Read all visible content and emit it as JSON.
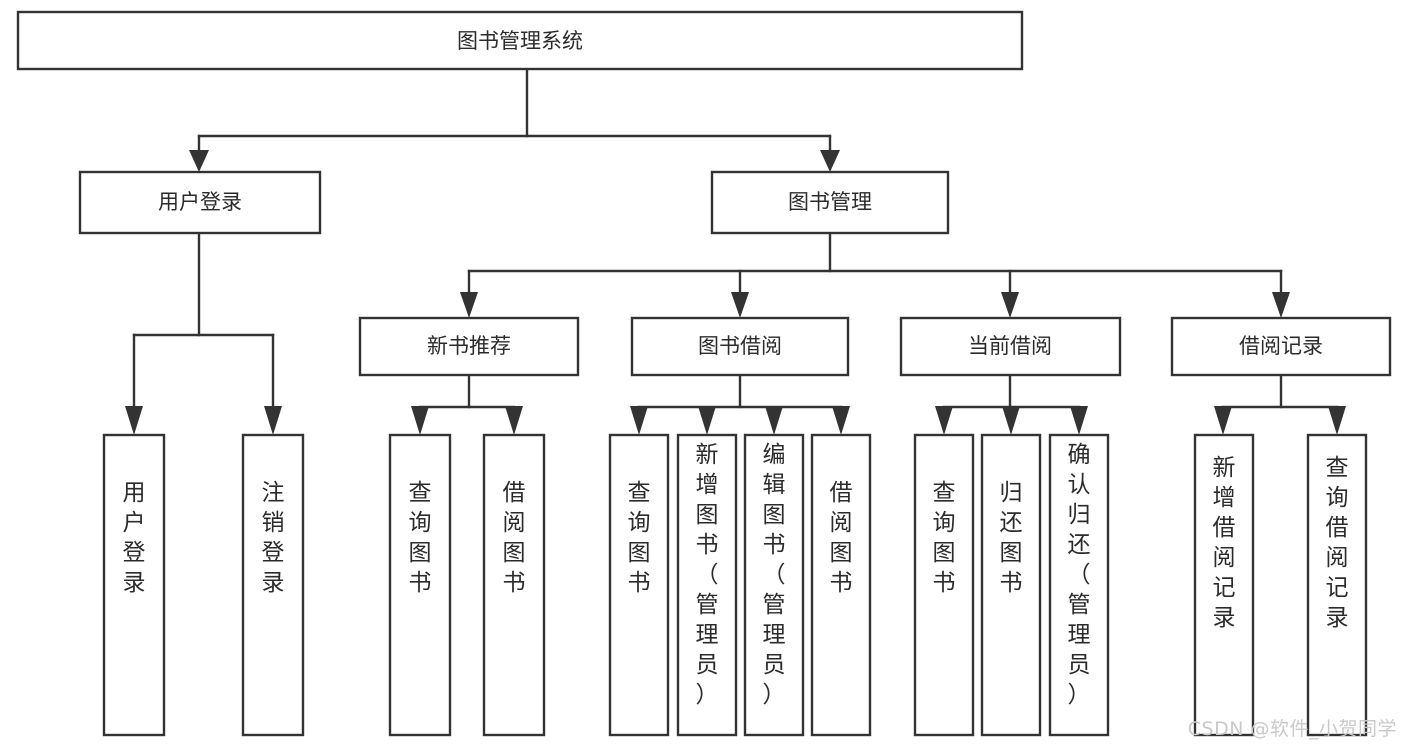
{
  "diagram": {
    "type": "tree-flowchart",
    "title": "图书管理系统",
    "background_color": "#ffffff",
    "stroke_color": "#333333",
    "text_color": "#2b2b2b",
    "nodes": {
      "root": {
        "label": "图书管理系统",
        "orientation": "horizontal"
      },
      "l2": [
        {
          "id": "user-login",
          "label": "用户登录",
          "orientation": "horizontal"
        },
        {
          "id": "book-manage",
          "label": "图书管理",
          "orientation": "horizontal"
        }
      ],
      "l3": [
        {
          "id": "new-book-recommend",
          "label": "新书推荐",
          "orientation": "horizontal"
        },
        {
          "id": "book-borrow",
          "label": "图书借阅",
          "orientation": "horizontal"
        },
        {
          "id": "current-borrow",
          "label": "当前借阅",
          "orientation": "horizontal"
        },
        {
          "id": "borrow-record",
          "label": "借阅记录",
          "orientation": "horizontal"
        }
      ],
      "leaves": [
        {
          "id": "leaf-user-login",
          "label": "用户登录",
          "orientation": "vertical",
          "parent": "user-login"
        },
        {
          "id": "leaf-logout-login",
          "label": "注销登录",
          "orientation": "vertical",
          "parent": "user-login"
        },
        {
          "id": "leaf-query-book-1",
          "label": "查询图书",
          "orientation": "vertical",
          "parent": "new-book-recommend"
        },
        {
          "id": "leaf-borrow-book-1",
          "label": "借阅图书",
          "orientation": "vertical",
          "parent": "new-book-recommend"
        },
        {
          "id": "leaf-query-book-2",
          "label": "查询图书",
          "orientation": "vertical",
          "parent": "book-borrow"
        },
        {
          "id": "leaf-add-book",
          "label": "新增图书（管理员）",
          "orientation": "vertical",
          "parent": "book-borrow"
        },
        {
          "id": "leaf-edit-book",
          "label": "编辑图书（管理员）",
          "orientation": "vertical",
          "parent": "book-borrow"
        },
        {
          "id": "leaf-borrow-book-2",
          "label": "借阅图书",
          "orientation": "vertical",
          "parent": "book-borrow"
        },
        {
          "id": "leaf-query-book-3",
          "label": "查询图书",
          "orientation": "vertical",
          "parent": "current-borrow"
        },
        {
          "id": "leaf-return-book",
          "label": "归还图书",
          "orientation": "vertical",
          "parent": "current-borrow"
        },
        {
          "id": "leaf-confirm-return",
          "label": "确认归还（管理员）",
          "orientation": "vertical",
          "parent": "current-borrow"
        },
        {
          "id": "leaf-add-record",
          "label": "新增借阅记录",
          "orientation": "vertical",
          "parent": "borrow-record"
        },
        {
          "id": "leaf-query-record",
          "label": "查询借阅记录",
          "orientation": "vertical",
          "parent": "borrow-record"
        }
      ]
    }
  },
  "watermark": {
    "text": "CSDN @软件_小贺同学"
  }
}
